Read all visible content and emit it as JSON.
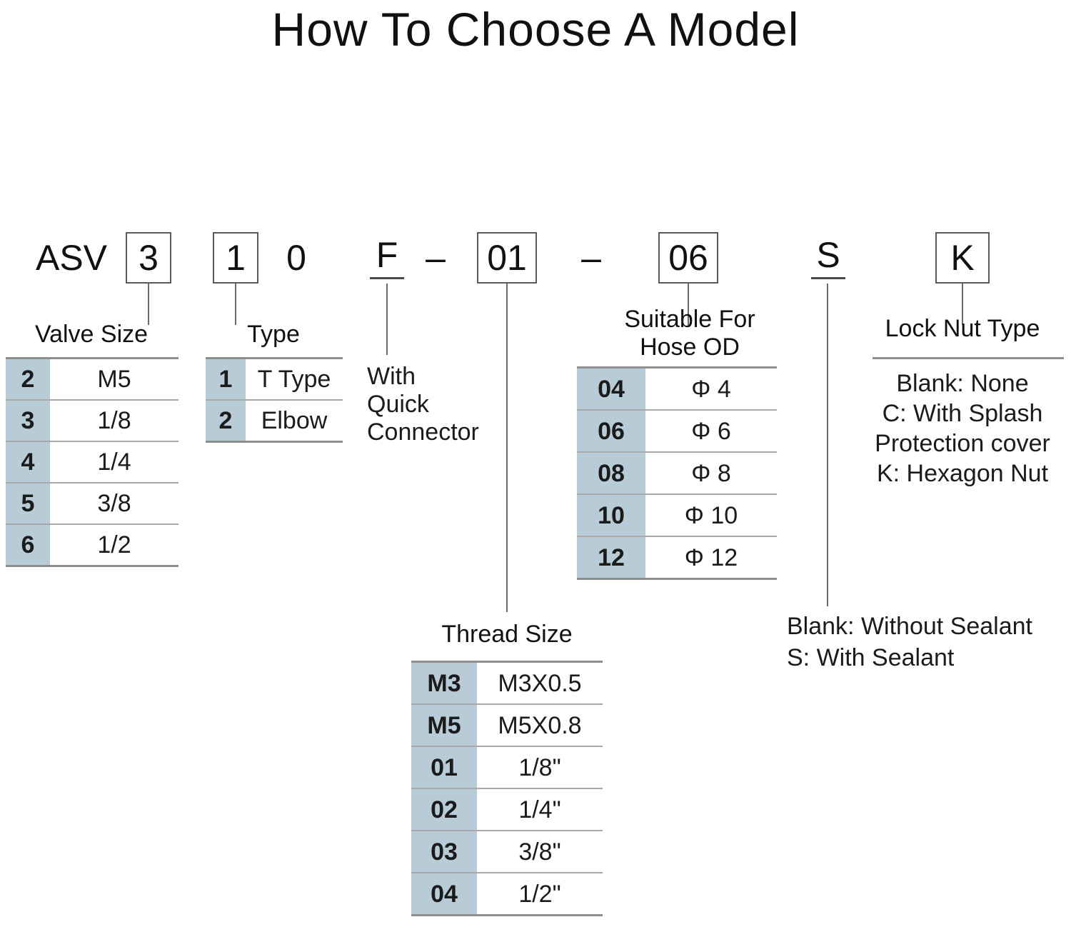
{
  "title": "How To Choose A Model",
  "model_code": {
    "segments": [
      {
        "text": "ASV",
        "boxed": false,
        "underlined": false
      },
      {
        "text": "3",
        "boxed": true,
        "underlined": false
      },
      {
        "text": "1",
        "boxed": true,
        "underlined": false
      },
      {
        "text": "0",
        "boxed": false,
        "underlined": false
      },
      {
        "text": "F",
        "boxed": false,
        "underlined": true
      },
      {
        "text": "–",
        "boxed": false,
        "underlined": false
      },
      {
        "text": "01",
        "boxed": true,
        "underlined": false
      },
      {
        "text": "–",
        "boxed": false,
        "underlined": false
      },
      {
        "text": "06",
        "boxed": true,
        "underlined": false
      },
      {
        "text": "S",
        "boxed": false,
        "underlined": true
      },
      {
        "text": "K",
        "boxed": true,
        "underlined": false
      }
    ]
  },
  "sections": {
    "valve_size": {
      "title": "Valve Size",
      "rows": [
        {
          "code": "2",
          "value": "M5"
        },
        {
          "code": "3",
          "value": "1/8"
        },
        {
          "code": "4",
          "value": "1/4"
        },
        {
          "code": "5",
          "value": "3/8"
        },
        {
          "code": "6",
          "value": "1/2"
        }
      ]
    },
    "type": {
      "title": "Type",
      "rows": [
        {
          "code": "1",
          "value": "T Type"
        },
        {
          "code": "2",
          "value": "Elbow"
        }
      ]
    },
    "quick_connector": {
      "lines": [
        "With",
        "Quick",
        "Connector"
      ]
    },
    "hose_od": {
      "title_line1": "Suitable For",
      "title_line2": "Hose OD",
      "rows": [
        {
          "code": "04",
          "value": "Φ 4"
        },
        {
          "code": "06",
          "value": "Φ 6"
        },
        {
          "code": "08",
          "value": "Φ 8"
        },
        {
          "code": "10",
          "value": "Φ 10"
        },
        {
          "code": "12",
          "value": "Φ 12"
        }
      ]
    },
    "thread_size": {
      "title": "Thread Size",
      "rows": [
        {
          "code": "M3",
          "value": "M3X0.5"
        },
        {
          "code": "M5",
          "value": "M5X0.8"
        },
        {
          "code": "01",
          "value": "1/8\""
        },
        {
          "code": "02",
          "value": "1/4\""
        },
        {
          "code": "03",
          "value": "3/8\""
        },
        {
          "code": "04",
          "value": "1/2\""
        }
      ]
    },
    "sealant": {
      "lines": [
        "Blank: Without Sealant",
        "S: With Sealant"
      ]
    },
    "lock_nut": {
      "title": "Lock Nut Type",
      "lines": [
        "Blank: None",
        "C: With Splash",
        "Protection cover",
        "K: Hexagon Nut"
      ]
    }
  },
  "colors": {
    "key_fill": "#b7ccd6",
    "rule": "#8e8e8e",
    "box_border": "#5a5a5a",
    "text": "#1b1b1b"
  }
}
